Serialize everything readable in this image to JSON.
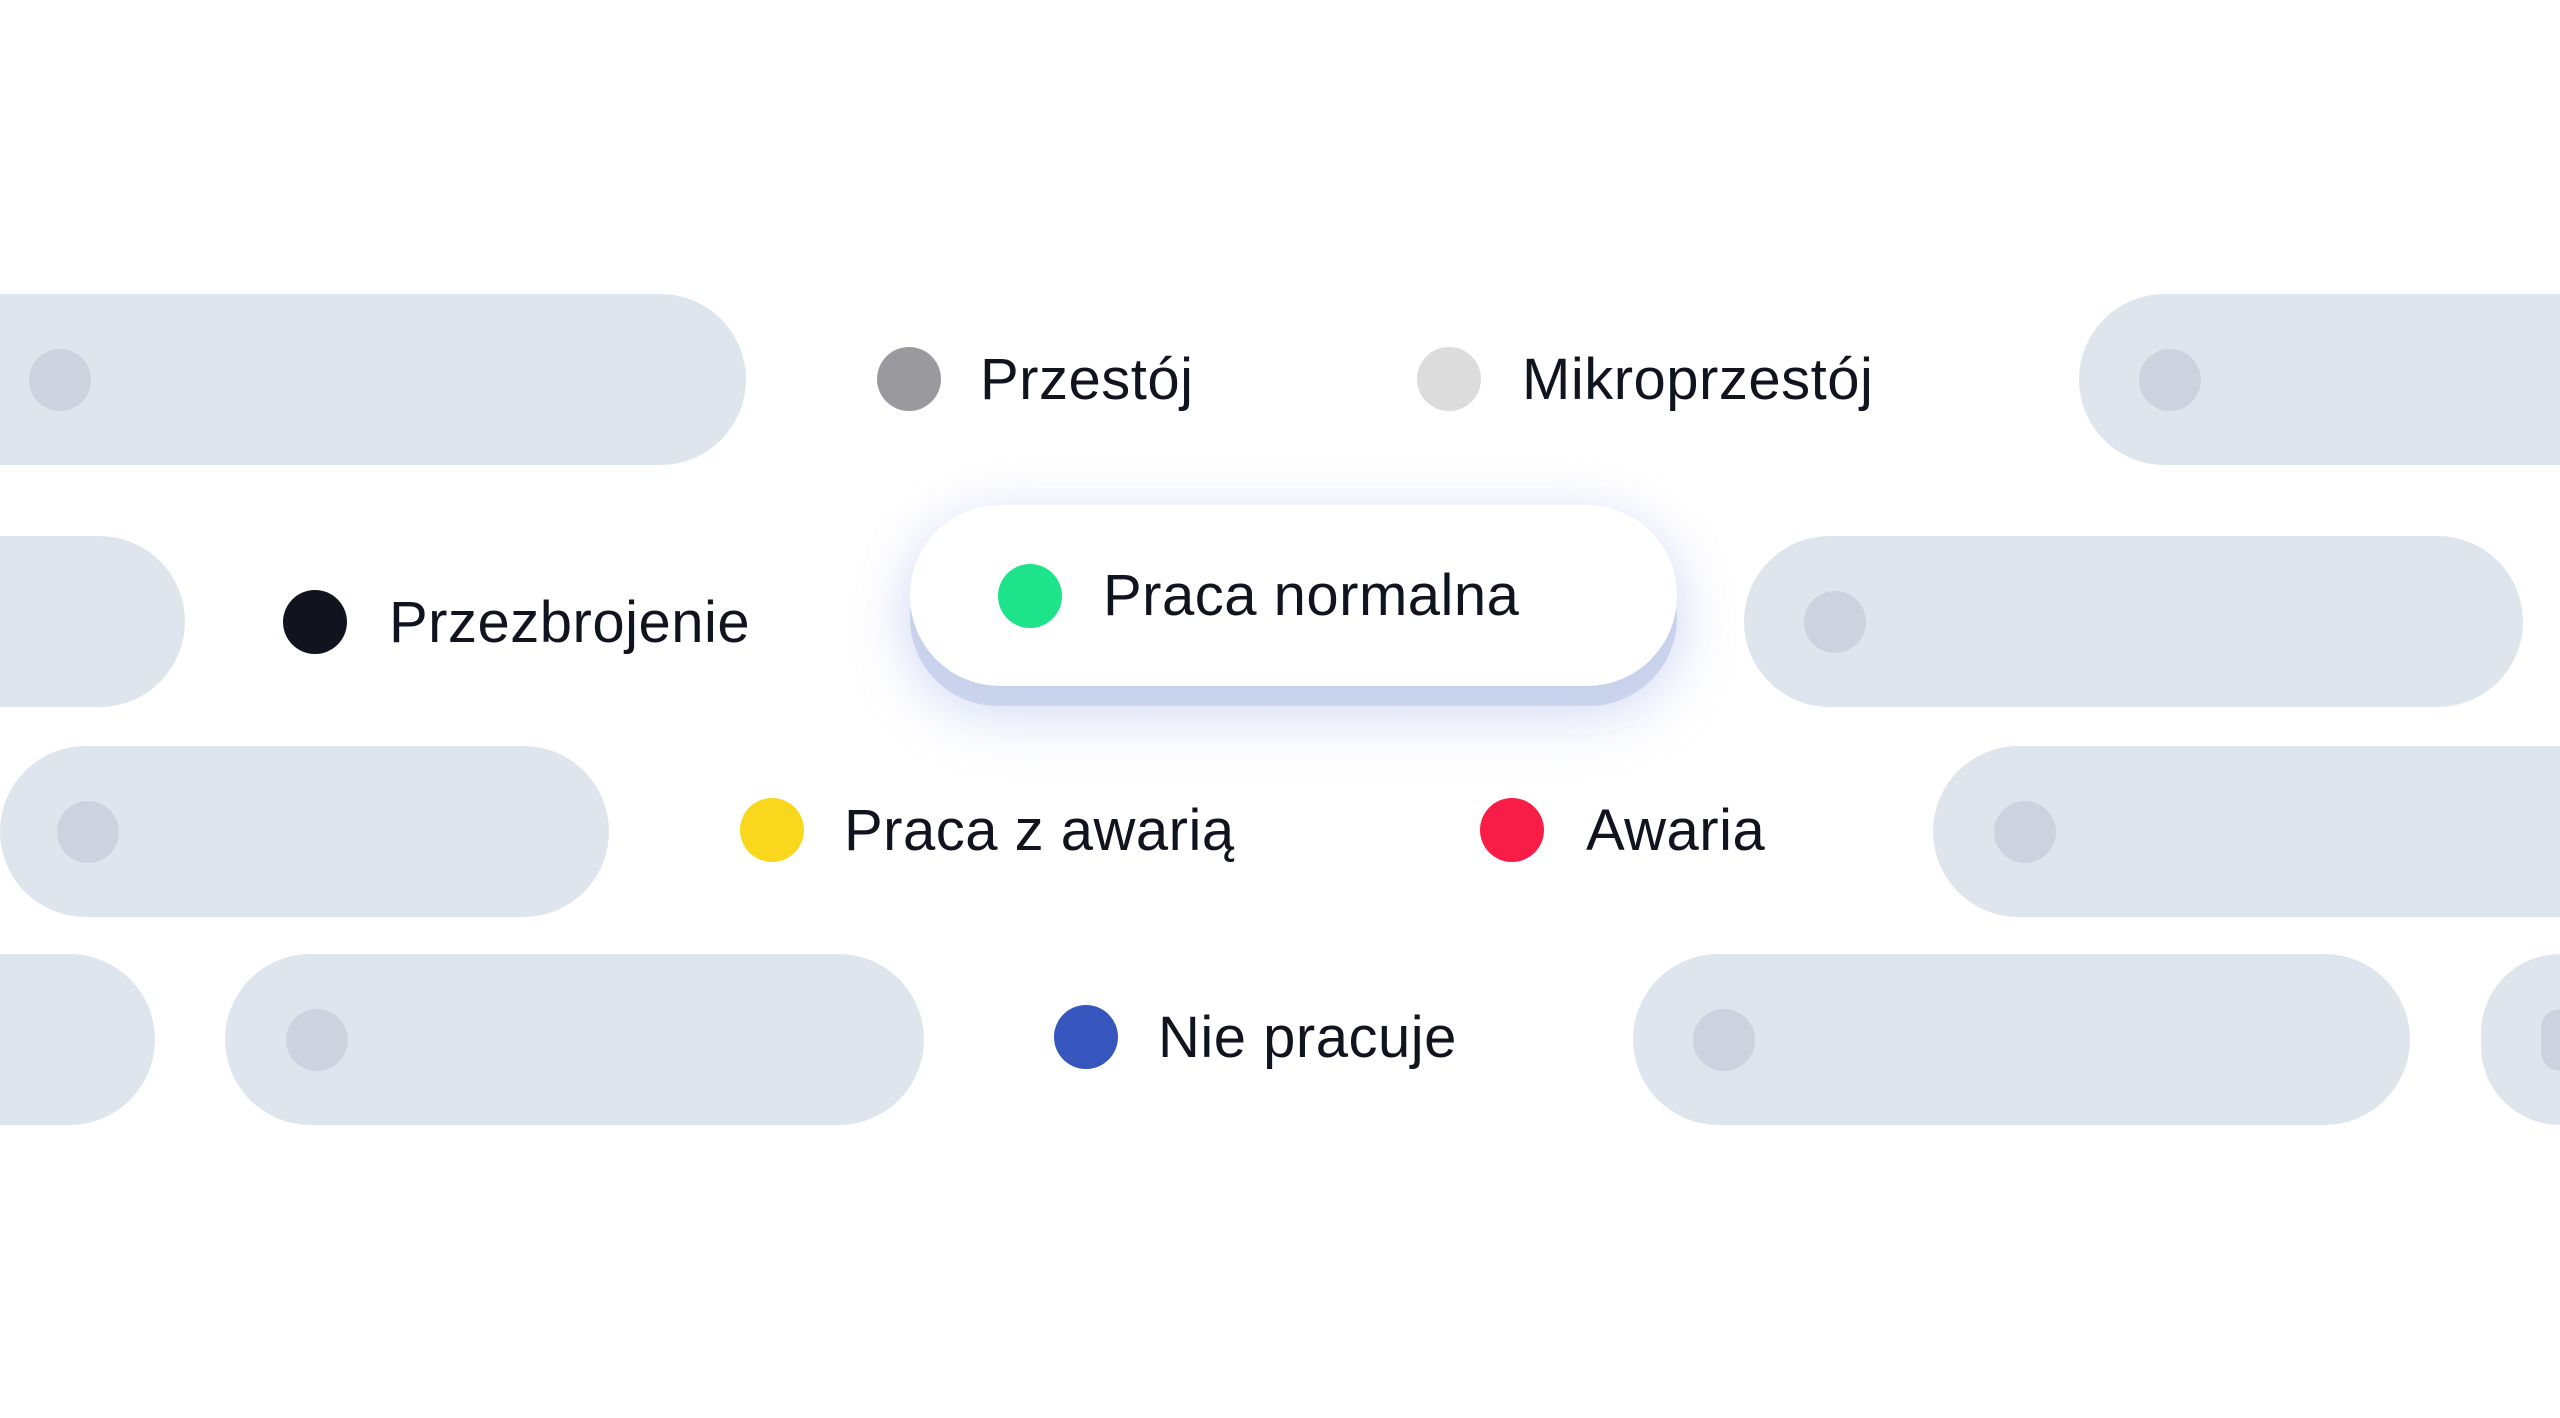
{
  "statuses": [
    {
      "label": "Przestój",
      "color": "#9a9a9e"
    },
    {
      "label": "Mikroprzestój",
      "color": "#dcdcdc"
    },
    {
      "label": "Przezbrojenie",
      "color": "#11141f"
    },
    {
      "label": "Praca normalna",
      "color": "#1de38a",
      "highlighted": true
    },
    {
      "label": "Praca z awarią",
      "color": "#f9d71c"
    },
    {
      "label": "Awaria",
      "color": "#f81d46"
    },
    {
      "label": "Nie pracuje",
      "color": "#3656bd"
    }
  ],
  "colors": {
    "placeholder_pill": "#dfe5ed",
    "placeholder_knob": "#ccd3df",
    "text": "#11141f"
  }
}
